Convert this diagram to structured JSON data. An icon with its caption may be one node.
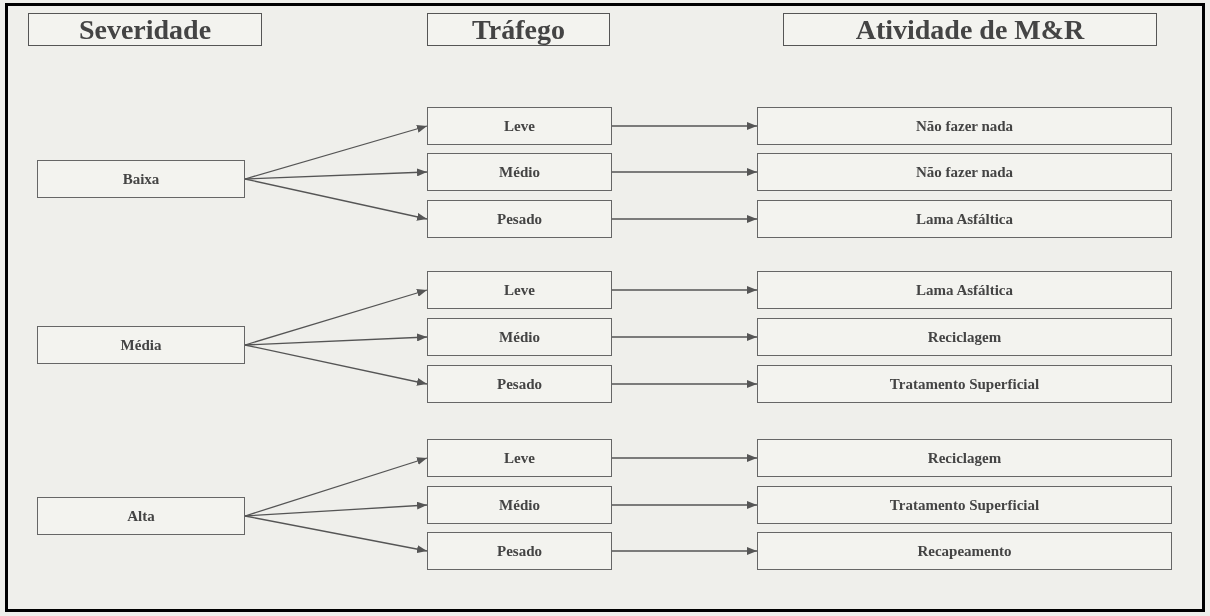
{
  "diagram": {
    "nodes": [
      {
        "text": [
          "Severidade"
        ]
      },
      {
        "text": [
          "Tráfego"
        ]
      },
      {
        "text": [
          "Atividade de M&R"
        ]
      },
      {
        "text": [
          "Baixa"
        ]
      },
      {
        "text": [
          "Média"
        ]
      },
      {
        "text": [
          "Alta"
        ]
      },
      {
        "text": [
          "Leve"
        ]
      },
      {
        "text": [
          "Médio"
        ]
      },
      {
        "text": [
          "Pesado"
        ]
      },
      {
        "text": [
          "Leve"
        ]
      },
      {
        "text": [
          "Médio"
        ]
      },
      {
        "text": [
          "Pesado"
        ]
      },
      {
        "text": [
          "Leve"
        ]
      },
      {
        "text": [
          "Médio"
        ]
      },
      {
        "text": [
          "Pesado"
        ]
      },
      {
        "text": [
          "Não fazer nada"
        ]
      },
      {
        "text": [
          "Não fazer nada"
        ]
      },
      {
        "text": [
          "Lama Asfáltica"
        ]
      },
      {
        "text": [
          "Lama Asfáltica"
        ]
      },
      {
        "text": [
          "Reciclagem"
        ]
      },
      {
        "text": [
          "Tratamento Superficial"
        ]
      },
      {
        "text": [
          "Reciclagem"
        ]
      },
      {
        "text": [
          "Tratamento Superficial"
        ]
      },
      {
        "text": [
          "Recapeamento"
        ]
      }
    ],
    "edges": [
      {
        "from": 3,
        "to": 6,
        "arrow": "to"
      },
      {
        "from": 3,
        "to": 7,
        "arrow": "to"
      },
      {
        "from": 3,
        "to": 8,
        "arrow": "to"
      },
      {
        "from": 4,
        "to": 9,
        "arrow": "to"
      },
      {
        "from": 4,
        "to": 10,
        "arrow": "to"
      },
      {
        "from": 4,
        "to": 11,
        "arrow": "to"
      },
      {
        "from": 5,
        "to": 12,
        "arrow": "to"
      },
      {
        "from": 5,
        "to": 13,
        "arrow": "to"
      },
      {
        "from": 5,
        "to": 14,
        "arrow": "to"
      },
      {
        "from": 6,
        "to": 15,
        "arrow": "to"
      },
      {
        "from": 7,
        "to": 16,
        "arrow": "to"
      },
      {
        "from": 8,
        "to": 17,
        "arrow": "to"
      },
      {
        "from": 9,
        "to": 18,
        "arrow": "to"
      },
      {
        "from": 10,
        "to": 19,
        "arrow": "to"
      },
      {
        "from": 11,
        "to": 20,
        "arrow": "to"
      },
      {
        "from": 12,
        "to": 21,
        "arrow": "to"
      },
      {
        "from": 13,
        "to": 22,
        "arrow": "to"
      },
      {
        "from": 14,
        "to": 23,
        "arrow": "to"
      }
    ]
  }
}
